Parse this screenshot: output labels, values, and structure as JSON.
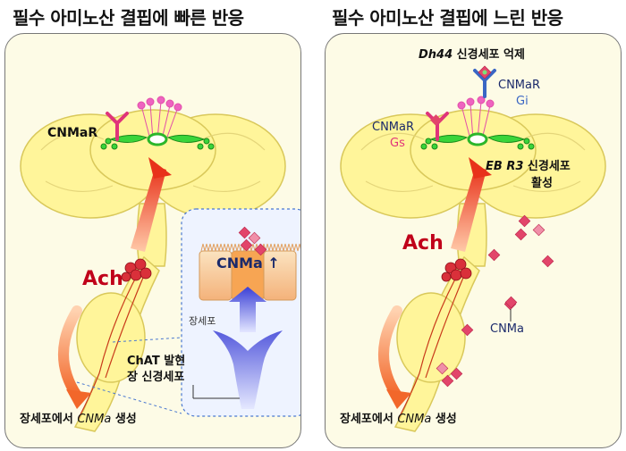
{
  "left": {
    "title": "필수 아미노산 결핍에 빠른 반응",
    "receptor_label": "CNMaR",
    "ach_label": "Ach",
    "gut_cell_label": "장세포",
    "cnma_up_label": "CNMa",
    "chat_label_1": "ChAT 발현",
    "chat_label_2": "장 신경세포",
    "bottom_prefix": "장세포에서 ",
    "bottom_cnma": "CNMa",
    "bottom_suffix": " 생성"
  },
  "right": {
    "title": "필수 아미노산 결핍에 느린 반응",
    "dh44_label": "Dh44",
    "dh44_suffix": " 신경세포 억제",
    "cnmar_top": "CNMaR",
    "gi_label": "Gi",
    "cnmar_left": "CNMaR",
    "gs_label": "Gs",
    "eb_label": "EB R3",
    "eb_suffix": " 신경세포",
    "activation_label": "활성",
    "ach_label": "Ach",
    "cnma_label": "CNMa",
    "bottom_prefix": "장세포에서 ",
    "bottom_cnma": "CNMa",
    "bottom_suffix": " 생성"
  },
  "colors": {
    "receptor_pink": "#e0347a",
    "receptor_blue": "#3a66c4",
    "ach_red": "#c0001a",
    "neuron_green": "#2fcf2f",
    "navy_text": "#1b2a6b"
  }
}
